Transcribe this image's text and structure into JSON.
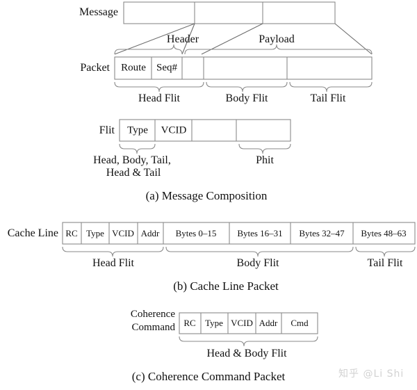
{
  "figure": {
    "watermark": "知乎 @Li Shi",
    "line_color": "#8a8a8a",
    "text_color": "#111111",
    "background": "#ffffff"
  },
  "panel_a": {
    "caption": "(a) Message Composition",
    "message": {
      "row_label": "Message",
      "cells": [
        "",
        "",
        ""
      ]
    },
    "message_braces": [
      {
        "label": "Header"
      },
      {
        "label": "Payload"
      }
    ],
    "packet": {
      "row_label": "Packet",
      "cells": [
        "Route",
        "Seq#",
        "",
        "",
        ""
      ]
    },
    "packet_braces": [
      {
        "label": "Head Flit"
      },
      {
        "label": "Body Flit"
      },
      {
        "label": "Tail Flit"
      }
    ],
    "flit": {
      "row_label": "Flit",
      "cells": [
        "Type",
        "VCID",
        "",
        ""
      ]
    },
    "flit_braces": [
      {
        "label_line1": "Head, Body, Tail,",
        "label_line2": "Head & Tail"
      },
      {
        "label_line1": "Phit",
        "label_line2": ""
      }
    ]
  },
  "panel_b": {
    "caption": "(b) Cache Line Packet",
    "cache_line": {
      "row_label": "Cache Line",
      "cells": [
        "RC",
        "Type",
        "VCID",
        "Addr",
        "Bytes 0–15",
        "Bytes 16–31",
        "Bytes 32–47",
        "Bytes 48–63"
      ]
    },
    "braces": [
      {
        "label": "Head Flit"
      },
      {
        "label": "Body Flit"
      },
      {
        "label": "Tail Flit"
      }
    ]
  },
  "panel_c": {
    "caption": "(c) Coherence Command Packet",
    "coherence": {
      "row_label_line1": "Coherence",
      "row_label_line2": "Command",
      "cells": [
        "RC",
        "Type",
        "VCID",
        "Addr",
        "Cmd"
      ]
    },
    "braces": [
      {
        "label": "Head & Body Flit"
      }
    ]
  }
}
